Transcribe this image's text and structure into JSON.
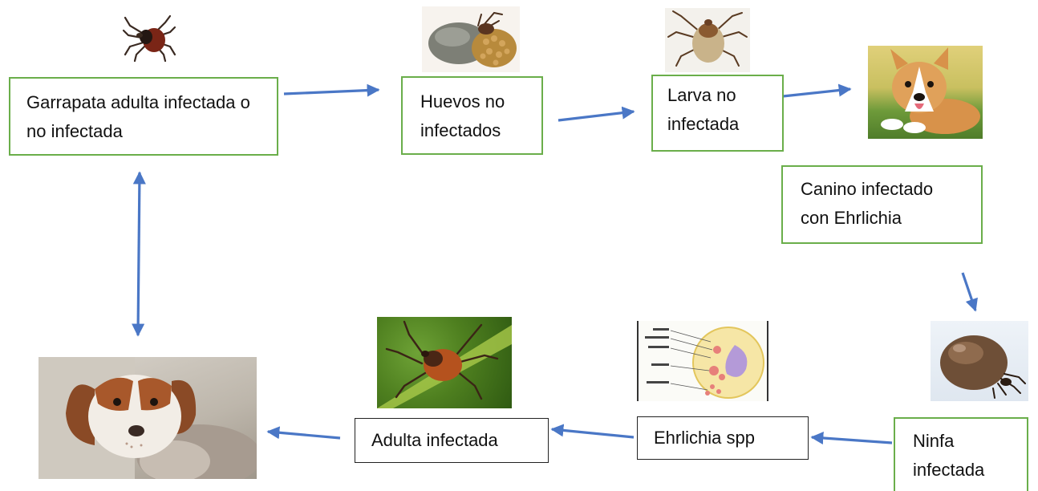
{
  "colors": {
    "green_border": "#6aae4a",
    "black_border": "#222222",
    "arrow": "#4a77c6"
  },
  "boxes": {
    "adult_tick": "Garrapata adulta infectada o no infectada",
    "eggs": "Huevos no infectados",
    "larva": "Larva no infectada",
    "infected_canine": "Canino infectado con Ehrlichia",
    "nymph": "Ninfa infectada",
    "ehrlichia": "Ehrlichia spp",
    "adult_infected": "Adulta infectada"
  },
  "images": {
    "tick_small": "tick-photo",
    "eggs": "tick-laying-eggs-photo",
    "larva": "tick-larva-photo",
    "dog_corgi": "corgi-dog-photo",
    "nymph": "engorged-tick-photo",
    "ehrlichia": "infected-cell-diagram",
    "adult_tick_leaf": "tick-on-leaf-photo",
    "dog_sick": "sick-dog-photo"
  }
}
